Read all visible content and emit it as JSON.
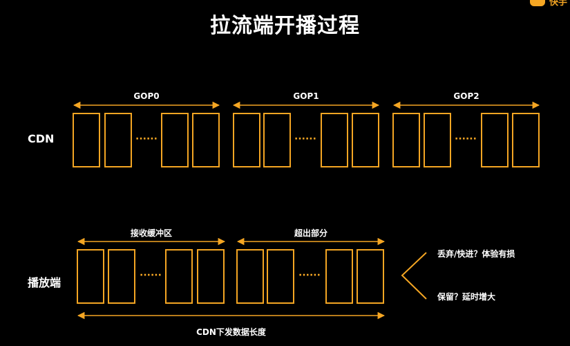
{
  "title": "拉流端开播过程",
  "logo": {
    "text": "快手"
  },
  "colors": {
    "accent": "#f5a623",
    "background": "#000000",
    "text": "#ffffff"
  },
  "cdn": {
    "label": "CDN",
    "gops": [
      {
        "label": "GOP0"
      },
      {
        "label": "GOP1"
      },
      {
        "label": "GOP2"
      }
    ],
    "ellipsis": "······"
  },
  "player": {
    "label": "播放端",
    "buffer_label": "接收缓冲区",
    "excess_label": "超出部分",
    "ellipsis": "······",
    "length_label": "CDN下发数据长度"
  },
  "outcomes": {
    "drop": "丢弃/快进？体验有损",
    "keep": "保留？延时增大"
  }
}
